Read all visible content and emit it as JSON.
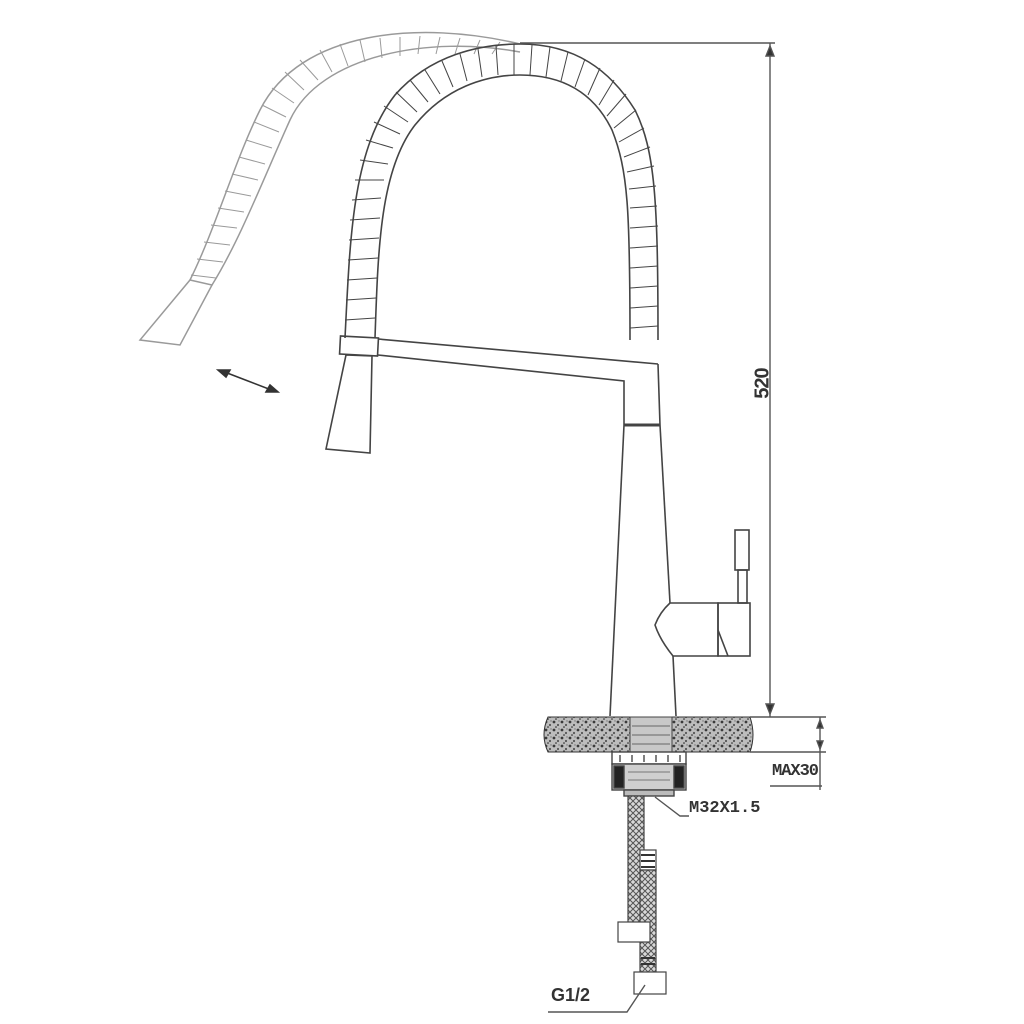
{
  "drawing": {
    "subject": "pull-down kitchen faucet side elevation",
    "line_color": "#444444",
    "ghost_color": "#9a9a9a",
    "background": "#ffffff"
  },
  "dimensions": {
    "height_label": "520",
    "deck_thickness_label": "MAX30",
    "mount_thread_label": "M32X1.5",
    "inlet_thread_label": "G1/2"
  },
  "annotations": {
    "pull_out_arrow": "double-headed arrow indicating pull-out spray head"
  }
}
